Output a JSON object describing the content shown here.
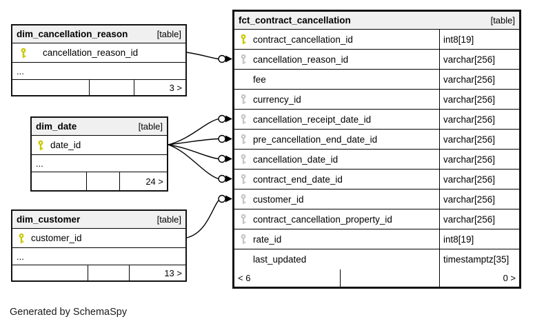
{
  "note": "Generated by SchemaSpy",
  "colors": {
    "primary_key": "#c9c900",
    "foreign_key": "#c6c6c6",
    "header_bg": "#f0f0f0",
    "border": "#000000"
  },
  "tables": {
    "dim_cancellation_reason": {
      "name": "dim_cancellation_reason",
      "badge": "[table]",
      "columns": [
        {
          "name": "cancellation_reason_id",
          "key": "primary"
        }
      ],
      "ellipsis": "...",
      "footer": {
        "left": "",
        "middle": "",
        "right": "3 >"
      }
    },
    "dim_date": {
      "name": "dim_date",
      "badge": "[table]",
      "columns": [
        {
          "name": "date_id",
          "key": "primary"
        }
      ],
      "ellipsis": "...",
      "footer": {
        "left": "",
        "middle": "",
        "right": "24 >"
      }
    },
    "dim_customer": {
      "name": "dim_customer",
      "badge": "[table]",
      "columns": [
        {
          "name": "customer_id",
          "key": "primary"
        }
      ],
      "ellipsis": "...",
      "footer": {
        "left": "",
        "middle": "",
        "right": "13 >"
      }
    },
    "fct_contract_cancellation": {
      "name": "fct_contract_cancellation",
      "badge": "[table]",
      "columns": [
        {
          "name": "contract_cancellation_id",
          "type": "int8[19]",
          "key": "primary"
        },
        {
          "name": "cancellation_reason_id",
          "type": "varchar[256]",
          "key": "foreign"
        },
        {
          "name": "fee",
          "type": "varchar[256]",
          "key": "none"
        },
        {
          "name": "currency_id",
          "type": "varchar[256]",
          "key": "foreign"
        },
        {
          "name": "cancellation_receipt_date_id",
          "type": "varchar[256]",
          "key": "foreign"
        },
        {
          "name": "pre_cancellation_end_date_id",
          "type": "varchar[256]",
          "key": "foreign"
        },
        {
          "name": "cancellation_date_id",
          "type": "varchar[256]",
          "key": "foreign"
        },
        {
          "name": "contract_end_date_id",
          "type": "varchar[256]",
          "key": "foreign"
        },
        {
          "name": "customer_id",
          "type": "varchar[256]",
          "key": "foreign"
        },
        {
          "name": "contract_cancellation_property_id",
          "type": "varchar[256]",
          "key": "foreign"
        },
        {
          "name": "rate_id",
          "type": "int8[19]",
          "key": "foreign"
        },
        {
          "name": "last_updated",
          "type": "timestamptz[35]",
          "key": "none"
        }
      ],
      "footer": {
        "left": "< 6",
        "middle": "",
        "right": "0 >"
      }
    }
  },
  "relationships": [
    {
      "from": "dim_cancellation_reason.cancellation_reason_id",
      "to": "fct_contract_cancellation.cancellation_reason_id"
    },
    {
      "from": "dim_date.date_id",
      "to": "fct_contract_cancellation.cancellation_receipt_date_id"
    },
    {
      "from": "dim_date.date_id",
      "to": "fct_contract_cancellation.pre_cancellation_end_date_id"
    },
    {
      "from": "dim_date.date_id",
      "to": "fct_contract_cancellation.cancellation_date_id"
    },
    {
      "from": "dim_date.date_id",
      "to": "fct_contract_cancellation.contract_end_date_id"
    },
    {
      "from": "dim_customer.customer_id",
      "to": "fct_contract_cancellation.customer_id"
    }
  ]
}
